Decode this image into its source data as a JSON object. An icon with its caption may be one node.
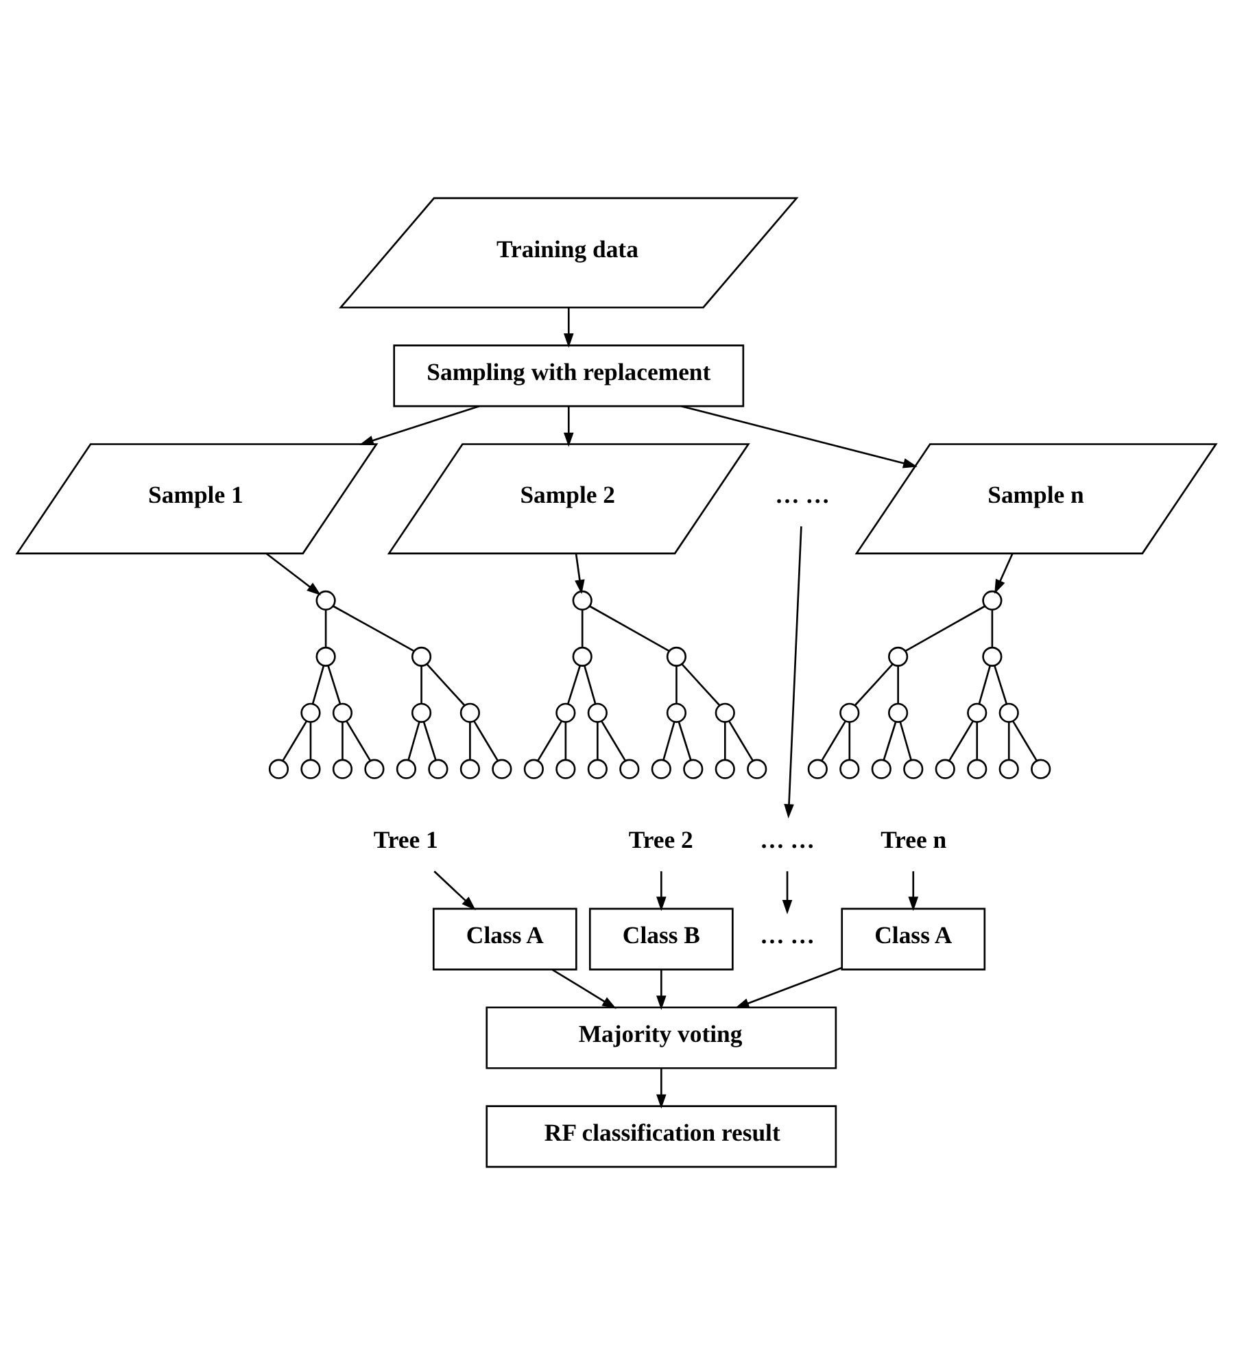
{
  "diagram": {
    "nodes": [
      {
        "text": [
          "Training data"
        ]
      },
      {
        "text": [
          "Sampling with replacement"
        ]
      },
      {
        "text": [
          "Sample 1"
        ]
      },
      {
        "text": [
          "Sample 2"
        ]
      },
      {
        "text": [
          "… …"
        ]
      },
      {
        "text": [
          "Sample n"
        ]
      },
      {
        "text": [],
        "shape": "circle"
      },
      {
        "text": [],
        "shape": "circle"
      },
      {
        "text": [],
        "shape": "circle"
      },
      {
        "text": [],
        "shape": "circle"
      },
      {
        "text": [],
        "shape": "circle"
      },
      {
        "text": [],
        "shape": "circle"
      },
      {
        "text": [],
        "shape": "circle"
      },
      {
        "text": [],
        "shape": "circle"
      },
      {
        "text": [],
        "shape": "circle"
      },
      {
        "text": [],
        "shape": "circle"
      },
      {
        "text": [],
        "shape": "circle"
      },
      {
        "text": [],
        "shape": "circle"
      },
      {
        "text": [],
        "shape": "circle"
      },
      {
        "text": [],
        "shape": "circle"
      },
      {
        "text": [],
        "shape": "circle"
      },
      {
        "text": [],
        "shape": "circle"
      },
      {
        "text": [],
        "shape": "circle"
      },
      {
        "text": [],
        "shape": "circle"
      },
      {
        "text": [],
        "shape": "circle"
      },
      {
        "text": [],
        "shape": "circle"
      },
      {
        "text": [],
        "shape": "circle"
      },
      {
        "text": [],
        "shape": "circle"
      },
      {
        "text": [],
        "shape": "circle"
      },
      {
        "text": [],
        "shape": "circle"
      },
      {
        "text": [],
        "shape": "circle"
      },
      {
        "text": [],
        "shape": "circle"
      },
      {
        "text": [],
        "shape": "circle"
      },
      {
        "text": [],
        "shape": "circle"
      },
      {
        "text": [],
        "shape": "circle"
      },
      {
        "text": [],
        "shape": "circle"
      },
      {
        "text": [
          "… …"
        ]
      },
      {
        "text": [],
        "shape": "circle"
      },
      {
        "text": [],
        "shape": "circle"
      },
      {
        "text": [],
        "shape": "circle"
      },
      {
        "text": [],
        "shape": "circle"
      },
      {
        "text": [],
        "shape": "circle"
      },
      {
        "text": [],
        "shape": "circle"
      },
      {
        "text": [],
        "shape": "circle"
      },
      {
        "text": [],
        "shape": "circle"
      },
      {
        "text": [],
        "shape": "circle"
      },
      {
        "text": [],
        "shape": "circle"
      },
      {
        "text": [],
        "shape": "circle"
      },
      {
        "text": [],
        "shape": "circle"
      },
      {
        "text": [],
        "shape": "circle"
      },
      {
        "text": [],
        "shape": "circle"
      },
      {
        "text": [],
        "shape": "circle"
      },
      {
        "text": [
          "Tree 1"
        ]
      },
      {
        "text": [
          "Tree 2"
        ]
      },
      {
        "text": [
          "Tree n"
        ]
      },
      {
        "text": [
          "Class A"
        ]
      },
      {
        "text": [
          "Class B"
        ]
      },
      {
        "text": [
          "… …"
        ]
      },
      {
        "text": [
          "Class A"
        ]
      },
      {
        "text": [
          "Majority voting"
        ]
      },
      {
        "text": [
          "RF classification result"
        ]
      }
    ],
    "edges": [
      {
        "from": 0,
        "to": 1,
        "arrow": "to"
      },
      {
        "from": 1,
        "to": 2,
        "arrow": "to"
      },
      {
        "from": 1,
        "to": 3,
        "arrow": "to"
      },
      {
        "from": 1,
        "to": 5,
        "arrow": "to"
      },
      {
        "from": 2,
        "to": 6,
        "arrow": "to"
      },
      {
        "from": 3,
        "to": 21,
        "arrow": "to"
      },
      {
        "from": 4,
        "to": 36,
        "arrow": "to"
      },
      {
        "from": 5,
        "to": 37,
        "arrow": "to"
      },
      {
        "from": 6,
        "to": 7,
        "arrow": "none"
      },
      {
        "from": 6,
        "to": 8,
        "arrow": "none"
      },
      {
        "from": 7,
        "to": 9,
        "arrow": "none"
      },
      {
        "from": 7,
        "to": 10,
        "arrow": "none"
      },
      {
        "from": 8,
        "to": 11,
        "arrow": "none"
      },
      {
        "from": 8,
        "to": 12,
        "arrow": "none"
      },
      {
        "from": 9,
        "to": 13,
        "arrow": "none"
      },
      {
        "from": 9,
        "to": 14,
        "arrow": "none"
      },
      {
        "from": 10,
        "to": 15,
        "arrow": "none"
      },
      {
        "from": 10,
        "to": 16,
        "arrow": "none"
      },
      {
        "from": 11,
        "to": 17,
        "arrow": "none"
      },
      {
        "from": 11,
        "to": 18,
        "arrow": "none"
      },
      {
        "from": 12,
        "to": 19,
        "arrow": "none"
      },
      {
        "from": 12,
        "to": 20,
        "arrow": "none"
      },
      {
        "from": 21,
        "to": 22,
        "arrow": "none"
      },
      {
        "from": 21,
        "to": 23,
        "arrow": "none"
      },
      {
        "from": 22,
        "to": 24,
        "arrow": "none"
      },
      {
        "from": 22,
        "to": 25,
        "arrow": "none"
      },
      {
        "from": 23,
        "to": 26,
        "arrow": "none"
      },
      {
        "from": 23,
        "to": 27,
        "arrow": "none"
      },
      {
        "from": 24,
        "to": 28,
        "arrow": "none"
      },
      {
        "from": 24,
        "to": 29,
        "arrow": "none"
      },
      {
        "from": 25,
        "to": 30,
        "arrow": "none"
      },
      {
        "from": 25,
        "to": 31,
        "arrow": "none"
      },
      {
        "from": 26,
        "to": 32,
        "arrow": "none"
      },
      {
        "from": 26,
        "to": 33,
        "arrow": "none"
      },
      {
        "from": 27,
        "to": 34,
        "arrow": "none"
      },
      {
        "from": 27,
        "to": 35,
        "arrow": "none"
      },
      {
        "from": 37,
        "to": 38,
        "arrow": "none"
      },
      {
        "from": 37,
        "to": 39,
        "arrow": "none"
      },
      {
        "from": 38,
        "to": 40,
        "arrow": "none"
      },
      {
        "from": 38,
        "to": 41,
        "arrow": "none"
      },
      {
        "from": 39,
        "to": 42,
        "arrow": "none"
      },
      {
        "from": 39,
        "to": 43,
        "arrow": "none"
      },
      {
        "from": 40,
        "to": 44,
        "arrow": "none"
      },
      {
        "from": 40,
        "to": 45,
        "arrow": "none"
      },
      {
        "from": 41,
        "to": 46,
        "arrow": "none"
      },
      {
        "from": 41,
        "to": 47,
        "arrow": "none"
      },
      {
        "from": 42,
        "to": 48,
        "arrow": "none"
      },
      {
        "from": 42,
        "to": 49,
        "arrow": "none"
      },
      {
        "from": 43,
        "to": 50,
        "arrow": "none"
      },
      {
        "from": 43,
        "to": 51,
        "arrow": "none"
      },
      {
        "from": 52,
        "to": 55,
        "arrow": "to"
      },
      {
        "from": 53,
        "to": 56,
        "arrow": "to"
      },
      {
        "from": 36,
        "to": 57,
        "arrow": "to"
      },
      {
        "from": 54,
        "to": 58,
        "arrow": "to"
      },
      {
        "from": 55,
        "to": 59,
        "arrow": "to"
      },
      {
        "from": 56,
        "to": 59,
        "arrow": "to"
      },
      {
        "from": 58,
        "to": 59,
        "arrow": "to"
      },
      {
        "from": 59,
        "to": 60,
        "arrow": "to"
      }
    ]
  }
}
